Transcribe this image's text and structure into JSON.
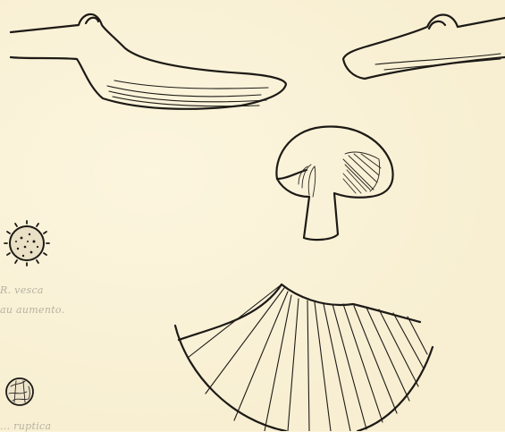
{
  "captions": {
    "spore_species": "R. vesca",
    "spore_magnification": "au aumento.",
    "second_spore_species": "... ruptica"
  }
}
